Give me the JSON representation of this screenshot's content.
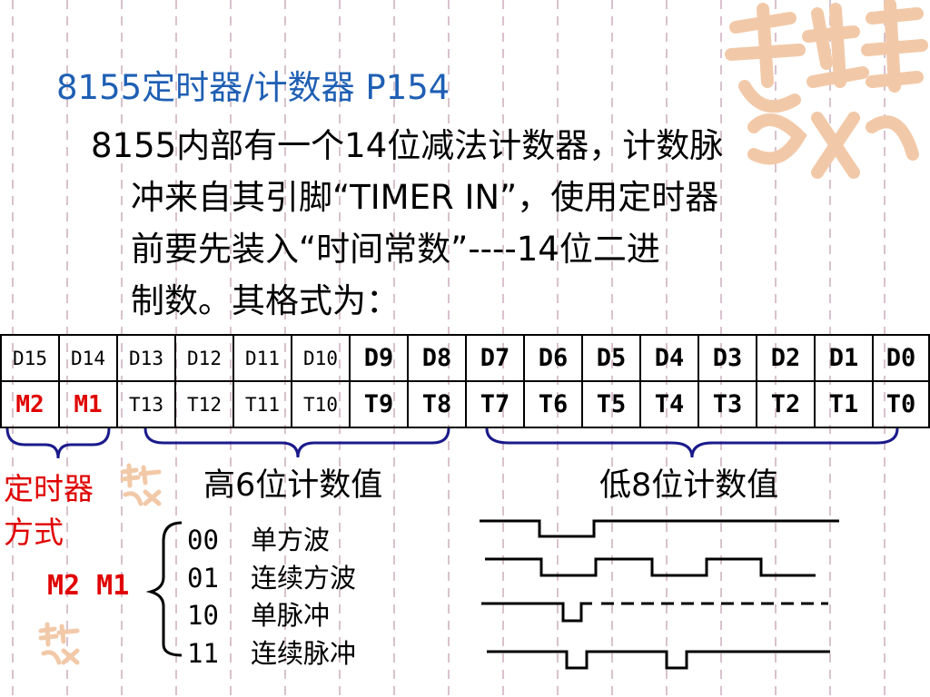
{
  "title": "8155定时器/计数器 P154",
  "body_lines": [
    "8155内部有一个14位减法计数器，计数脉",
    "冲来自其引脚“TIMER IN”，使用定时器",
    "前要先装入“时间常数”----14位二进",
    "制数。其格式为："
  ],
  "table": {
    "row1": [
      "D15",
      "D14",
      "D13",
      "D12",
      "D11",
      "D10",
      "D9",
      "D8",
      "D7",
      "D6",
      "D5",
      "D4",
      "D3",
      "D2",
      "D1",
      "D0"
    ],
    "row2": [
      "M2",
      "M1",
      "T13",
      "T12",
      "T11",
      "T10",
      "T9",
      "T8",
      "T7",
      "T6",
      "T5",
      "T4",
      "T3",
      "T2",
      "T1",
      "T0"
    ]
  },
  "labels": {
    "high_bits": "高6位计数值",
    "low_bits": "低8位计数值",
    "timer_mode_line1": "定时器",
    "timer_mode_line2": "方式",
    "m2m1": "M2 M1"
  },
  "modes": [
    {
      "code": "00",
      "name": "单方波"
    },
    {
      "code": "01",
      "name": "连续方波"
    },
    {
      "code": "10",
      "name": "单脉冲"
    },
    {
      "code": "11",
      "name": "连续脉冲"
    }
  ],
  "colors": {
    "title": "#1f5fb4",
    "red": "#e00000",
    "brace": "#1a1a8c",
    "decor": "#f2c9a8"
  }
}
